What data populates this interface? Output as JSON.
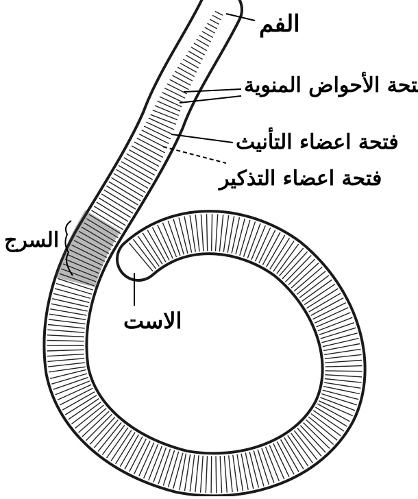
{
  "diagram": {
    "subject": "earthworm",
    "labels": {
      "mouth": "الفم",
      "seminal_receptacle_openings": "فتحة الأحواض المنوية",
      "female_organs_opening": "فتحة اعضاء التأنيث",
      "male_organs_opening": "فتحة اعضاء التذكير",
      "clitellum": "السرج",
      "anus": "الاست"
    },
    "colors": {
      "ink": "#000000",
      "body": "#ffffff"
    }
  }
}
